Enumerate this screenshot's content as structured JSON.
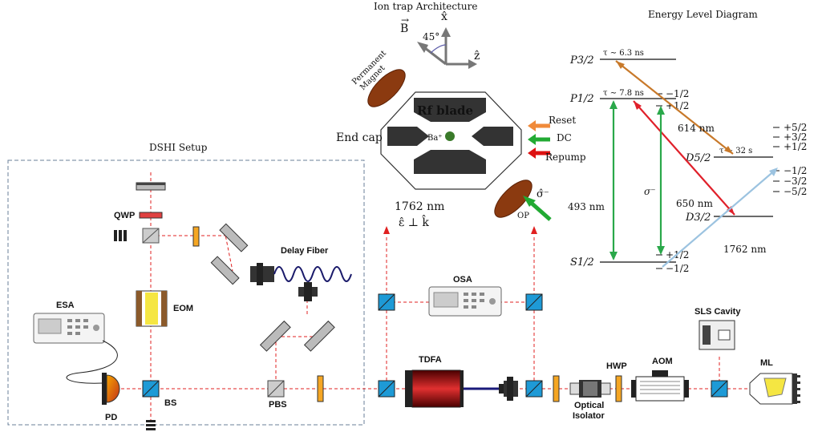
{
  "titles": {
    "ion_trap": "Ion trap Architecture",
    "energy": "Energy Level Diagram",
    "dshi": "DSHI Setup"
  },
  "components": {
    "qwp": "QWP",
    "delay_fiber": "Delay Fiber",
    "esa": "ESA",
    "eom": "EOM",
    "pd": "PD",
    "bs": "BS",
    "pbs": "PBS",
    "tdfa": "TDFA",
    "osa": "OSA",
    "optical_isolator_1": "Optical",
    "optical_isolator_2": "Isolator",
    "hwp": "HWP",
    "aom": "AOM",
    "sls_cavity": "SLS Cavity",
    "ml": "ML"
  },
  "trap": {
    "b_field": "B",
    "x_axis": "x̂",
    "z_axis": "ẑ",
    "angle": "45°",
    "magnet_1": "Permanent",
    "magnet_2": "Magnet",
    "rf_blade": "Rf blade",
    "end_cap": "End cap",
    "ion": "Ba⁺",
    "reset": "Reset",
    "dc": "DC",
    "repump": "Repump",
    "sigma": "σ̂⁻",
    "op": "OP",
    "wavelength": "1762 nm",
    "polarization": "ε̂ ⊥ k̂"
  },
  "levels": {
    "p32": "P3/2",
    "p12": "P1/2",
    "s12": "S1/2",
    "d52": "D5/2",
    "d32": "D3/2",
    "tau_p32": "τ ∼ 6.3 ns",
    "tau_p12": "τ ∼ 7.8 ns",
    "tau_d52": "τ ∼ 32 s",
    "p12_sub": [
      "−1/2",
      "+1/2"
    ],
    "s12_sub": [
      "+1/2",
      "−1/2"
    ],
    "d52_sub": [
      "+5/2",
      "+3/2",
      "+1/2",
      "−1/2",
      "−3/2",
      "−5/2"
    ],
    "l614": "614 nm",
    "l650": "650 nm",
    "l493": "493 nm",
    "sigma_minus": "σ⁻",
    "l1762": "1762 nm"
  },
  "colors": {
    "beam_red": "#e02020",
    "l614": "#c8792a",
    "l650": "#e0202a",
    "l493": "#2aa84a",
    "l1762": "#9cc3e0",
    "reset": "#f08a3a",
    "dc": "#22aa33",
    "repump": "#dd1111",
    "splitter_blue": "#1e9ad6",
    "plate_orange": "#f5a623"
  }
}
